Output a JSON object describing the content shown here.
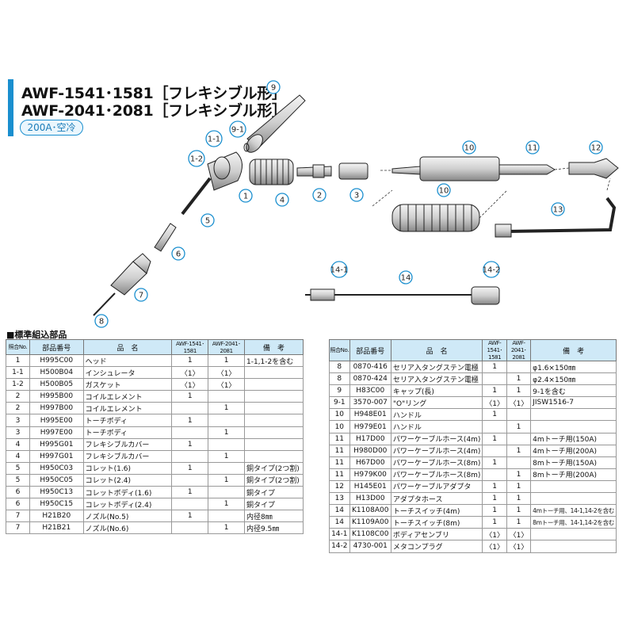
{
  "header": {
    "title_line1": "AWF-1541･1581［フレキシブル形］",
    "title_line2": "AWF-2041･2081［フレキシブル形］",
    "badge": "200A･空冷"
  },
  "diagram_labels": [
    "9",
    "9-1",
    "1-1",
    "1-2",
    "1",
    "4",
    "2",
    "3",
    "10",
    "11",
    "12",
    "5",
    "10",
    "13",
    "6",
    "7",
    "14-1",
    "14",
    "14-2",
    "8"
  ],
  "section_label": "■標準組込部品",
  "tables": {
    "headers": [
      "照合No.",
      "部品番号",
      "品　名",
      "AWF-1541･1581",
      "AWF-2041･2081",
      "備　考"
    ],
    "left": [
      [
        "1",
        "H995C00",
        "ヘッド",
        "1",
        "1",
        "1-1,1-2を含む"
      ],
      [
        "1-1",
        "H500B04",
        "インシュレータ",
        "〈1〉",
        "〈1〉",
        ""
      ],
      [
        "1-2",
        "H500B05",
        "ガスケット",
        "〈1〉",
        "〈1〉",
        ""
      ],
      [
        "2",
        "H995B00",
        "コイルエレメント",
        "1",
        "",
        ""
      ],
      [
        "2",
        "H997B00",
        "コイルエレメント",
        "",
        "1",
        ""
      ],
      [
        "3",
        "H995E00",
        "トーチボディ",
        "1",
        "",
        ""
      ],
      [
        "3",
        "H997E00",
        "トーチボディ",
        "",
        "1",
        ""
      ],
      [
        "4",
        "H995G01",
        "フレキシブルカバー",
        "1",
        "",
        ""
      ],
      [
        "4",
        "H997G01",
        "フレキシブルカバー",
        "",
        "1",
        ""
      ],
      [
        "5",
        "H950C03",
        "コレット(1.6)",
        "1",
        "",
        "銅タイプ(2つ割)"
      ],
      [
        "5",
        "H950C05",
        "コレット(2.4)",
        "",
        "1",
        "銅タイプ(2つ割)"
      ],
      [
        "6",
        "H950C13",
        "コレットボディ(1.6)",
        "1",
        "",
        "銅タイプ"
      ],
      [
        "6",
        "H950C15",
        "コレットボディ(2.4)",
        "",
        "1",
        "銅タイプ"
      ],
      [
        "7",
        "H21B20",
        "ノズル(No.5)",
        "1",
        "",
        "内径8㎜"
      ],
      [
        "7",
        "H21B21",
        "ノズル(No.6)",
        "",
        "1",
        "内径9.5㎜"
      ]
    ],
    "right": [
      [
        "8",
        "0870-416",
        "セリア入タングステン電極",
        "1",
        "",
        "φ1.6×150㎜"
      ],
      [
        "8",
        "0870-424",
        "セリア入タングステン電極",
        "",
        "1",
        "φ2.4×150㎜"
      ],
      [
        "9",
        "H83C00",
        "キャップ(長)",
        "1",
        "1",
        "9-1を含む"
      ],
      [
        "9-1",
        "3570-007",
        "\"O\"リング",
        "〈1〉",
        "〈1〉",
        "JISW1516-7"
      ],
      [
        "10",
        "H948E01",
        "ハンドル",
        "1",
        "",
        ""
      ],
      [
        "10",
        "H979E01",
        "ハンドル",
        "",
        "1",
        ""
      ],
      [
        "11",
        "H17D00",
        "パワーケーブルホース(4m)",
        "1",
        "",
        "4mトーチ用(150A)"
      ],
      [
        "11",
        "H980D00",
        "パワーケーブルホース(4m)",
        "",
        "1",
        "4mトーチ用(200A)"
      ],
      [
        "11",
        "H67D00",
        "パワーケーブルホース(8m)",
        "1",
        "",
        "8mトーチ用(150A)"
      ],
      [
        "11",
        "H979K00",
        "パワーケーブルホース(8m)",
        "",
        "1",
        "8mトーチ用(200A)"
      ],
      [
        "12",
        "H145E01",
        "パワーケーブルアダプタ",
        "1",
        "1",
        ""
      ],
      [
        "13",
        "H13D00",
        "アダプタホース",
        "1",
        "1",
        ""
      ],
      [
        "14",
        "K1108A00",
        "トーチスイッチ(4m)",
        "1",
        "1",
        "4mトーチ用、14-1,14-2を含む"
      ],
      [
        "14",
        "K1109A00",
        "トーチスイッチ(8m)",
        "1",
        "1",
        "8mトーチ用、14-1,14-2を含む"
      ],
      [
        "14-1",
        "K1108C00",
        "ボディアセンブリ",
        "〈1〉",
        "〈1〉",
        ""
      ],
      [
        "14-2",
        "4730-001",
        "メタコンプラグ",
        "〈1〉",
        "〈1〉",
        ""
      ]
    ]
  },
  "colors": {
    "accent": "#1a8fcf",
    "header_bg": "#cfe9f7",
    "part_fill": "#dcdcdc"
  }
}
